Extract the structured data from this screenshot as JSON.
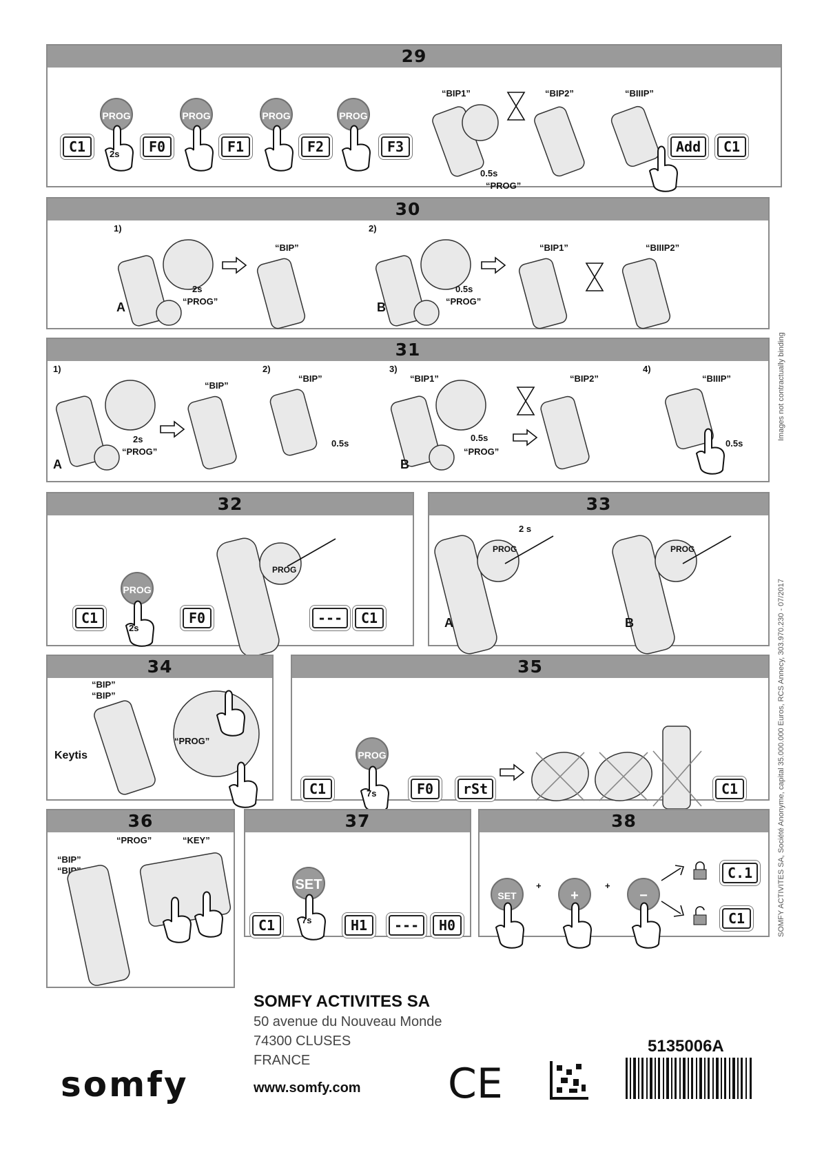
{
  "panels": {
    "p29": {
      "number": "29",
      "codes": [
        "C1",
        "F0",
        "F1",
        "F2",
        "F3",
        "Add",
        "C1"
      ],
      "btn": "PROG",
      "time1": "2s",
      "bip": [
        "“BIP1”",
        "“BIP2”",
        "“BIIIP”"
      ],
      "time2": "0.5s",
      "prog": "“PROG”"
    },
    "p30": {
      "number": "30",
      "steps": [
        "1)",
        "2)"
      ],
      "letters": [
        "A",
        "B"
      ],
      "t1": "2s",
      "t2": "0.5s",
      "prog": "“PROG”",
      "bip": [
        "“BIP”",
        "“BIP1”",
        "“BIIIP2”"
      ]
    },
    "p31": {
      "number": "31",
      "steps": [
        "1)",
        "2)",
        "3)",
        "4)"
      ],
      "letters": [
        "A",
        "B"
      ],
      "t1": "2s",
      "t2": "0.5s",
      "prog": "“PROG”",
      "bip": [
        "“BIP”",
        "“BIP”",
        "“BIP1”",
        "“BIP2”",
        "“BIIIP”"
      ]
    },
    "p32": {
      "number": "32",
      "codes": [
        "C1",
        "F0",
        "---",
        "C1"
      ],
      "btn": "PROG",
      "time": "2s",
      "prog_small": "PROG"
    },
    "p33": {
      "number": "33",
      "time": "2 s",
      "letters": [
        "A",
        "B"
      ],
      "prog_small": "PROG"
    },
    "p34": {
      "number": "34",
      "bip": [
        "“BIP”",
        "“BIP”"
      ],
      "prog": "“PROG”",
      "label": "Keytis"
    },
    "p35": {
      "number": "35",
      "codes": [
        "C1",
        "F0",
        "rSt",
        "C1"
      ],
      "btn": "PROG",
      "time": "7s"
    },
    "p36": {
      "number": "36",
      "bip": [
        "“BIP”",
        "“BIP”"
      ],
      "prog": "“PROG”",
      "key": "“KEY”"
    },
    "p37": {
      "number": "37",
      "codes": [
        "C1",
        "H1",
        "---",
        "H0"
      ],
      "btn": "SET",
      "time": "7s"
    },
    "p38": {
      "number": "38",
      "btns": [
        "SET",
        "+",
        "−"
      ],
      "plus": "+",
      "codes": [
        "C.1",
        "C1"
      ]
    }
  },
  "side_texts": {
    "images": "Images not contractually binding",
    "legal": "SOMFY ACTIVITES SA, Société Anonyme, capital 35.000.000 Euros, RCS Annecy, 303.970.230 - 07/2017"
  },
  "footer": {
    "company": "SOMFY ACTIVITES SA",
    "addr1": "50 avenue du Nouveau Monde",
    "addr2": "74300 CLUSES",
    "addr3": "FRANCE",
    "url": "www.somfy.com",
    "logo": "somfy",
    "ce": "CE",
    "ref": "5135006A"
  }
}
